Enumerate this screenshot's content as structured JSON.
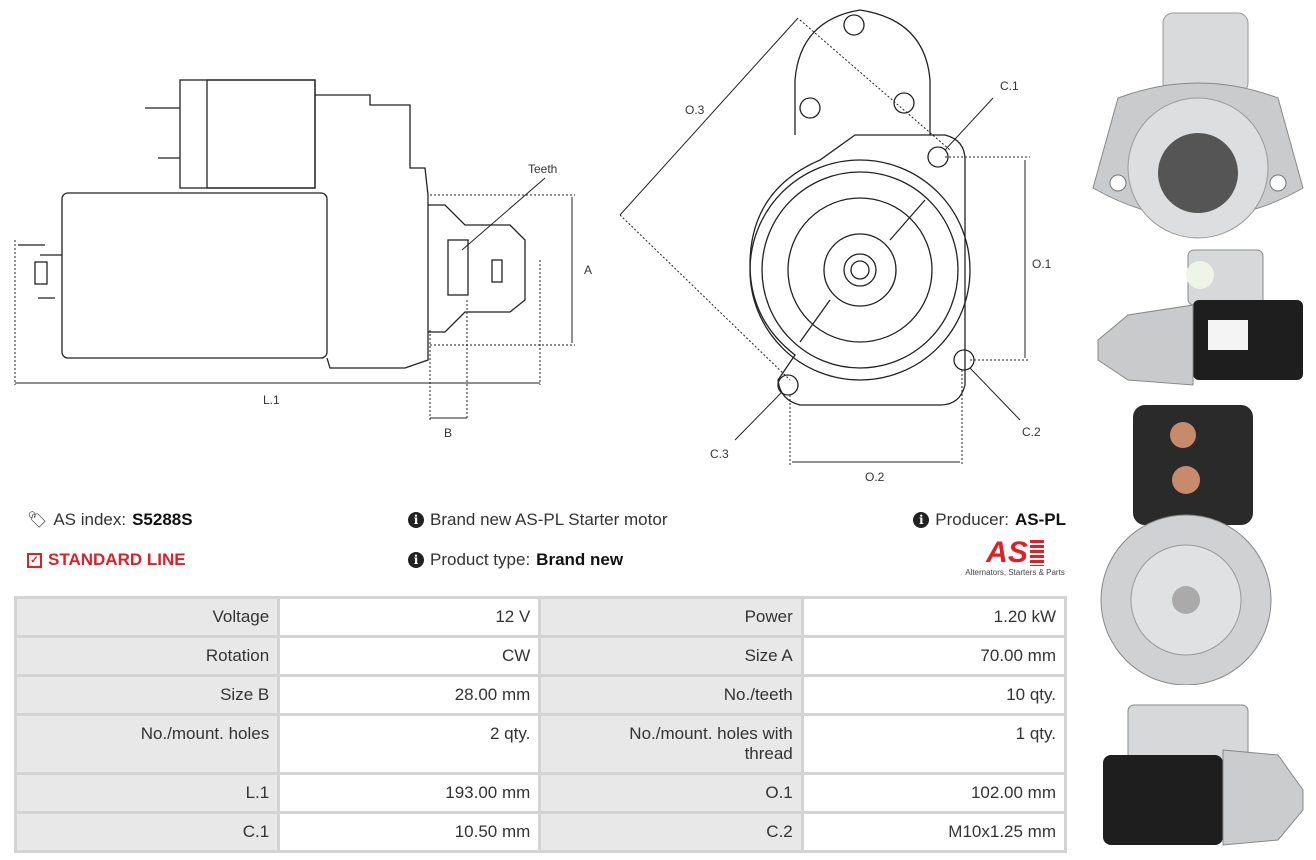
{
  "diagram_side": {
    "teeth": "Teeth",
    "a": "A",
    "l1": "L.1",
    "b": "B"
  },
  "diagram_front": {
    "o3": "O.3",
    "c1": "C.1",
    "o1": "O.1",
    "c2": "C.2",
    "c3": "C.3",
    "o2": "O.2"
  },
  "info": {
    "as_index_label": "AS index:",
    "as_index_value": "S5288S",
    "line": "STANDARD LINE",
    "description": "Brand new AS-PL Starter motor",
    "product_type_label": "Product type:",
    "product_type_value": "Brand new",
    "producer_label": "Producer:",
    "producer_value": "AS-PL"
  },
  "logo": {
    "text": "AS",
    "tagline": "Alternators, Starters & Parts"
  },
  "specs": [
    {
      "l1": "Voltage",
      "v1": "12 V",
      "l2": "Power",
      "v2": "1.20 kW"
    },
    {
      "l1": "Rotation",
      "v1": "CW",
      "l2": "Size A",
      "v2": "70.00 mm"
    },
    {
      "l1": "Size B",
      "v1": "28.00 mm",
      "l2": "No./teeth",
      "v2": "10 qty."
    },
    {
      "l1": "No./mount. holes",
      "v1": "2 qty.",
      "l2": "No./mount. holes with thread",
      "v2": "1 qty."
    },
    {
      "l1": "L.1",
      "v1": "193.00 mm",
      "l2": "O.1",
      "v2": "102.00 mm"
    },
    {
      "l1": "C.1",
      "v1": "10.50 mm",
      "l2": "C.2",
      "v2": "M10x1.25 mm"
    }
  ],
  "colors": {
    "accent": "#e31e24",
    "label_bg": "#e8e8e8",
    "border": "#d4d4d4"
  }
}
